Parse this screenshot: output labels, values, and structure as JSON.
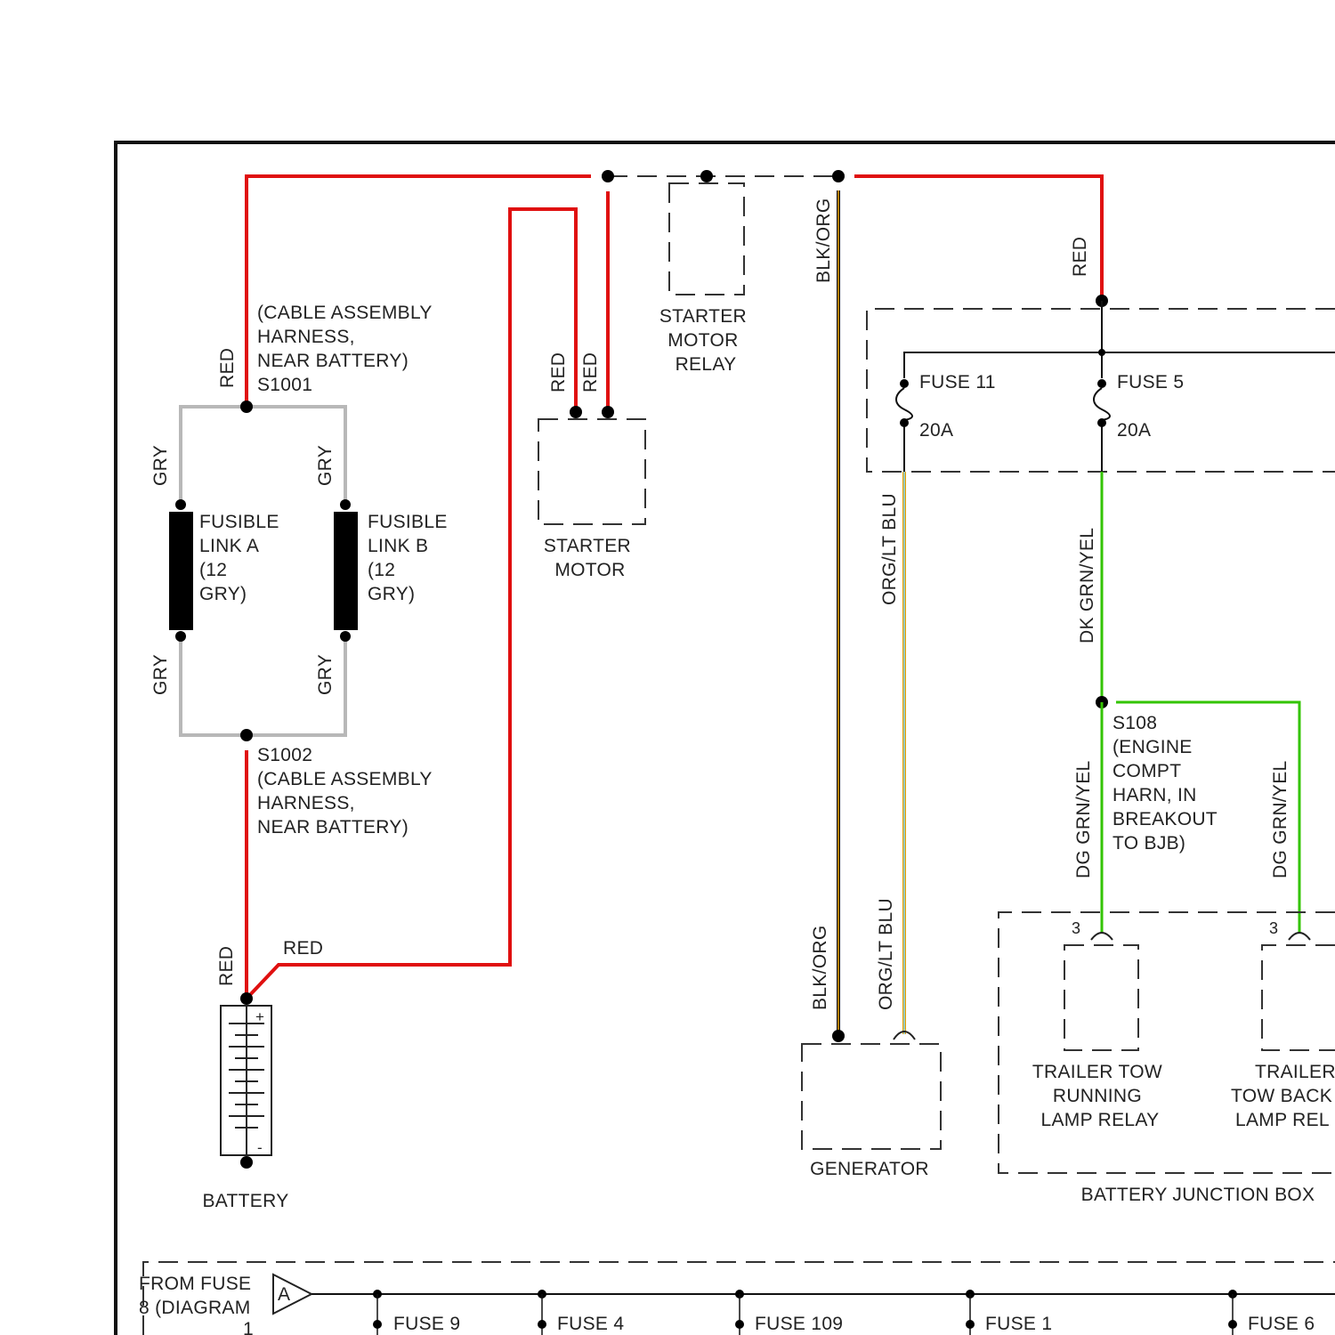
{
  "labels": {
    "s1001": [
      "(CABLE ASSEMBLY",
      "HARNESS,",
      "NEAR BATTERY)",
      "S1001"
    ],
    "s1002": [
      "S1002",
      "(CABLE ASSEMBLY",
      "HARNESS,",
      "NEAR BATTERY)"
    ],
    "fusible_a": [
      "FUSIBLE",
      "LINK A",
      "(12",
      "GRY)"
    ],
    "fusible_b": [
      "FUSIBLE",
      "LINK B",
      "(12",
      "GRY)"
    ],
    "starter_motor_relay": [
      "STARTER",
      "MOTOR",
      "RELAY"
    ],
    "starter_motor": [
      "STARTER",
      "MOTOR"
    ],
    "fuse11": "FUSE 11",
    "fuse11_amp": "20A",
    "fuse5": "FUSE 5",
    "fuse5_amp": "20A",
    "s108": [
      "S108",
      "(ENGINE",
      "COMPT",
      "HARN, IN",
      "BREAKOUT",
      "TO BJB)"
    ],
    "trailer_running": [
      "TRAILER TOW",
      "RUNNING",
      "LAMP RELAY"
    ],
    "trailer_backup": [
      "TRAILER",
      "TOW BACK",
      "LAMP REL"
    ],
    "pin_running": "3",
    "pin_backup": "3",
    "battery": "BATTERY",
    "battery_plus": "+",
    "battery_minus": "-",
    "generator": "GENERATOR",
    "bjb": "BATTERY JUNCTION BOX",
    "from_fuse": [
      "FROM FUSE",
      "8 (DIAGRAM",
      "1"
    ],
    "connector_a": "A",
    "bottom_fuses": [
      "FUSE 9",
      "FUSE 4",
      "FUSE 109",
      "FUSE 1",
      "FUSE 6"
    ]
  },
  "wire_colors": {
    "red": "RED",
    "gry": "GRY",
    "blk_org": "BLK/ORG",
    "org_lt_blu": "ORG/LT BLU",
    "dk_grn_yel": "DK GRN/YEL",
    "dg_grn_yel": "DG GRN/YEL"
  },
  "colors": {
    "red_wire": "#e01010",
    "gray_wire": "#b8b8b8",
    "green_wire": "#33c400",
    "black": "#000000"
  }
}
